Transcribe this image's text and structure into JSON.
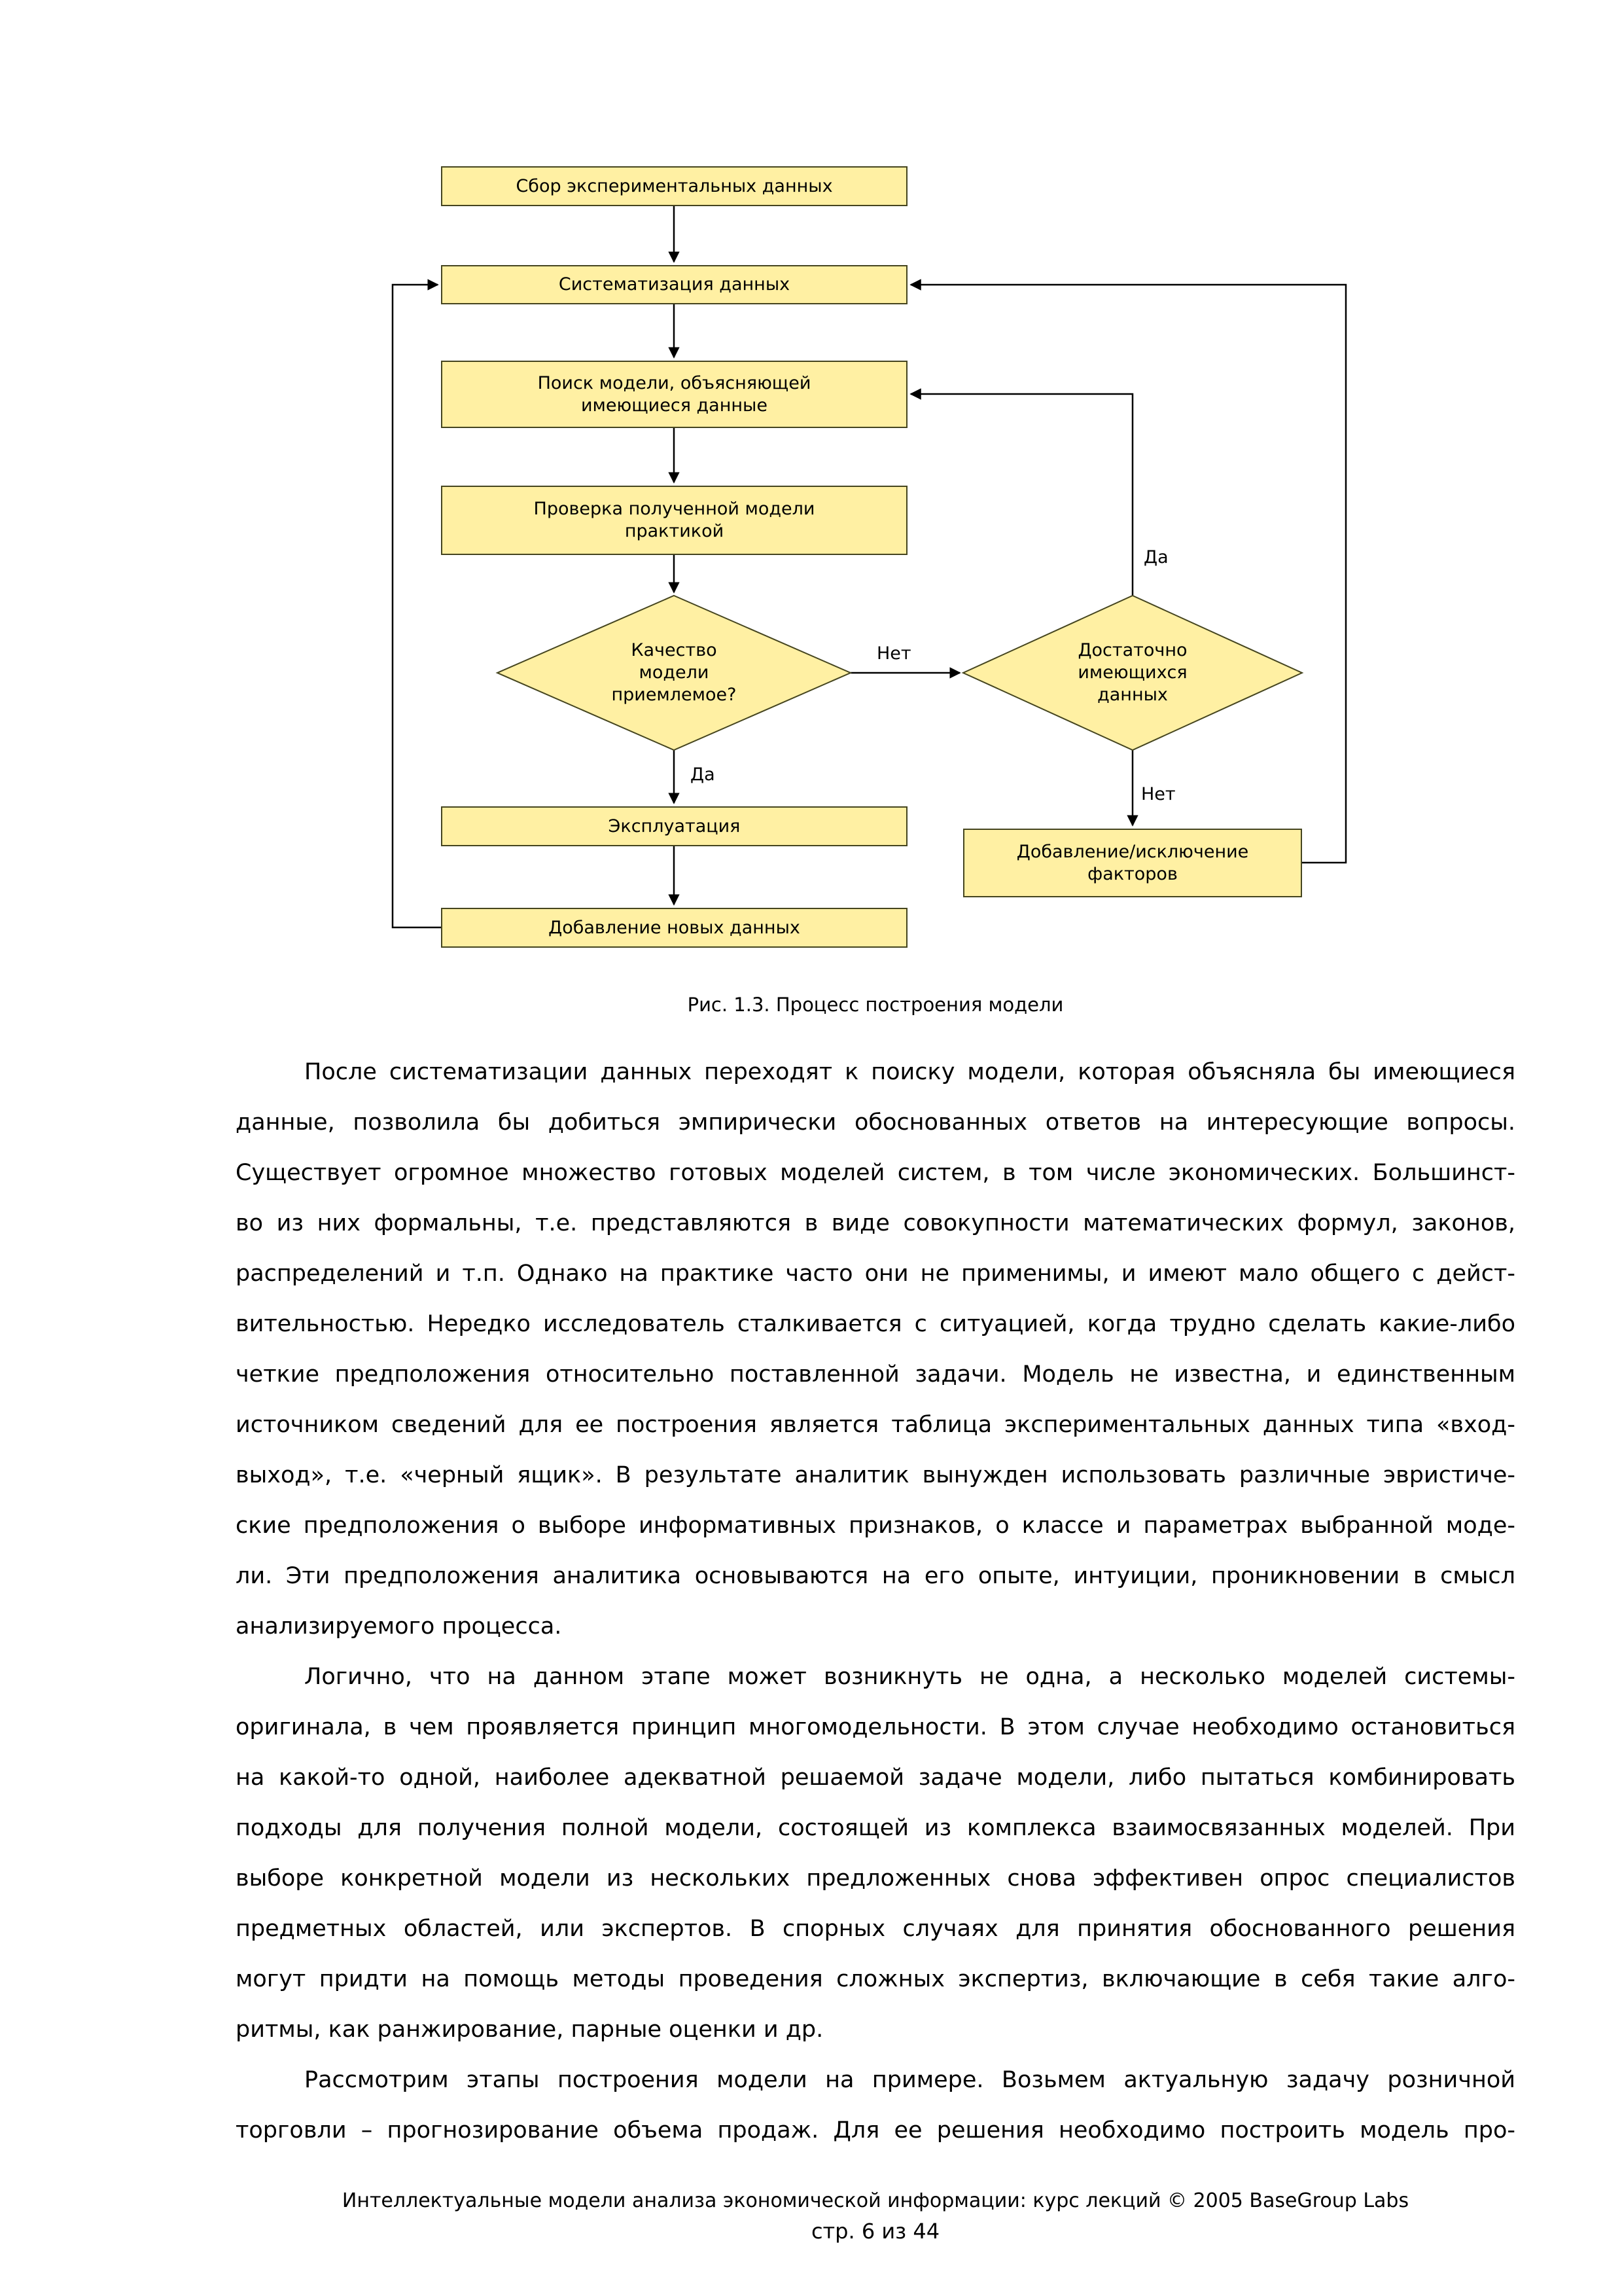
{
  "colors": {
    "node_fill": "#FFF0A3",
    "node_border": "#45451F",
    "line": "#000000",
    "text": "#000000"
  },
  "figure": {
    "caption": "Рис. 1.3. Процесс построения модели",
    "nodes": {
      "collect": "Сбор экспериментальных данных",
      "systematize": "Систематизация данных",
      "search": "Поиск модели, объясняющей\nимеющиеся данные",
      "verify": "Проверка полученной модели\nпрактикой",
      "quality": "Качество\nмодели\nприемлемое?",
      "enough": "Достаточно\nимеющихся\nданных",
      "operate": "Эксплуатация",
      "factors": "Добавление/исключение\nфакторов",
      "add_new": "Добавление новых данных"
    },
    "edge_labels": {
      "quality_yes": "Да",
      "quality_no": "Нет",
      "enough_yes": "Да",
      "enough_no": "Нет"
    }
  },
  "body": {
    "p1": [
      "После систематизации данных переходят к поиску модели, которая объясняла бы имеющиеся",
      "данные, позволила бы добиться эмпирически обоснованных ответов на интересующие вопросы.",
      "Существует огромное множество готовых моделей систем, в том числе экономических. Большинст-",
      "во из них формальны, т.е. представляются в виде совокупности математических формул, законов,",
      "распределений и т.п. Однако на практике часто они не применимы, и имеют мало общего с дейст-",
      "вительностью. Нередко исследователь сталкивается с ситуацией, когда трудно сделать какие-либо",
      "четкие предположения относительно поставленной задачи. Модель не известна, и единственным",
      "источником сведений для ее построения является таблица экспериментальных данных типа «вход-",
      "выход», т.е. «черный ящик». В результате аналитик вынужден использовать различные эвристиче-",
      "ские предположения о выборе информативных признаков, о классе и параметрах выбранной моде-",
      "ли. Эти предположения аналитика основываются на его опыте, интуиции, проникновении в смысл",
      "анализируемого процесса."
    ],
    "p2": [
      "Логично, что на данном этапе может возникнуть не одна, а несколько моделей системы-",
      "оригинала, в чем проявляется принцип многомодельности. В этом случае необходимо остановиться",
      "на какой-то одной, наиболее адекватной решаемой задаче модели, либо пытаться комбинировать",
      "подходы для получения полной модели, состоящей из комплекса взаимосвязанных моделей. При",
      "выборе конкретной модели из нескольких предложенных снова эффективен опрос специалистов",
      "предметных областей, или экспертов. В спорных случаях для принятия обоснованного решения",
      "могут придти на помощь методы проведения сложных экспертиз, включающие в себя такие алго-",
      "ритмы, как ранжирование, парные оценки и др."
    ],
    "p3": [
      "Рассмотрим этапы построения модели на примере. Возьмем актуальную задачу розничной",
      "торговли – прогнозирование объема продаж. Для ее решения необходимо построить модель про-"
    ]
  },
  "footer": {
    "credit": "Интеллектуальные модели анализа экономической информации: курс лекций © 2005 BaseGroup Labs",
    "page": "стр. 6 из 44"
  }
}
